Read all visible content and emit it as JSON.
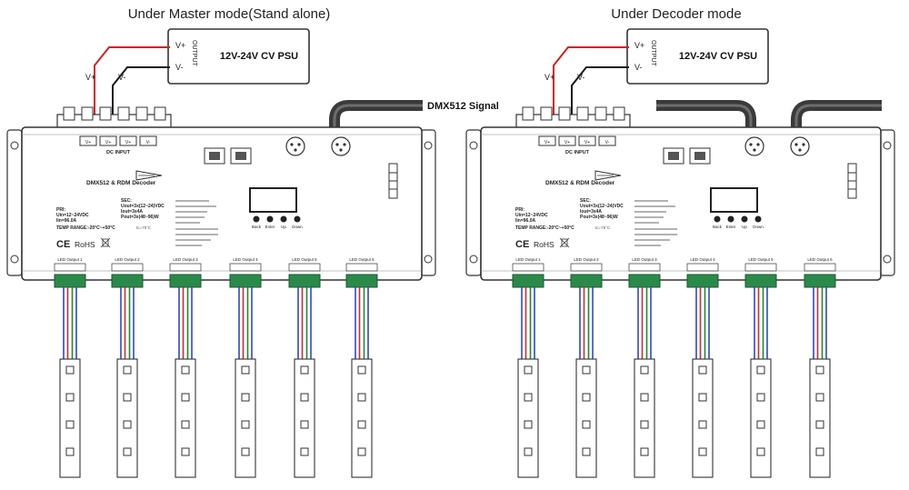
{
  "panels": [
    {
      "title": "Under Master mode(Stand alone)",
      "psu": {
        "label": "12V-24V CV PSU",
        "output_word": "OUTPUT",
        "vplus": "V+",
        "vminus": "V-"
      },
      "wire_vplus": "V+",
      "wire_vminus": "V-",
      "dmx_label": "DMX512 Signal",
      "decoder": {
        "name": "DMX512 & RDM Decoder",
        "dc_input": "DC INPUT",
        "inputs": [
          "V+",
          "V+",
          "V+",
          "V-"
        ],
        "prc": [
          "PRI:",
          "Uin=12~24VDC",
          "Iin=96.0A"
        ],
        "sec": [
          "SEC:",
          "Uout=3x(12~24)VDC",
          "Iout=3x4A",
          "Pout=3x(48~96)W"
        ],
        "temp": "TEMP RANGE:-20°C~+50°C",
        "tc": "tc=75°C",
        "ce": "CE",
        "rohs": "RoHS",
        "buttons": [
          "Back",
          "Enter",
          "Up",
          "Down"
        ],
        "outputs": [
          "LED Output 1",
          "LED Output 2",
          "LED Output 3",
          "LED Output 4",
          "LED Output 5",
          "LED Output 6"
        ]
      }
    },
    {
      "title": "Under Decoder mode",
      "psu": {
        "label": "12V-24V CV PSU",
        "output_word": "OUTPUT",
        "vplus": "V+",
        "vminus": "V-"
      },
      "wire_vplus": "V+",
      "wire_vminus": "V-",
      "dmx_label": "",
      "decoder": {
        "name": "DMX512 & RDM Decoder",
        "dc_input": "DC INPUT",
        "inputs": [
          "V+",
          "V+",
          "V+",
          "V-"
        ],
        "prc": [
          "PRI:",
          "Uin=12~24VDC",
          "Iin=96.0A"
        ],
        "sec": [
          "SEC:",
          "Uout=3x(12~24)VDC",
          "Iout=3x4A",
          "Pout=3x(48~96)W"
        ],
        "temp": "TEMP RANGE:-20°C~+50°C",
        "tc": "tc=75°C",
        "ce": "CE",
        "rohs": "RoHS",
        "buttons": [
          "Back",
          "Enter",
          "Up",
          "Down"
        ],
        "outputs": [
          "LED Output 1",
          "LED Output 2",
          "LED Output 3",
          "LED Output 4",
          "LED Output 5",
          "LED Output 6"
        ]
      }
    }
  ],
  "colors": {
    "red_wire": "#d42020",
    "black_wire": "#1a1a1a",
    "dmx_cable": "#3a3a3a",
    "wire_blue": "#2f46c8",
    "wire_red": "#d02a2a",
    "wire_green": "#1b8a2e",
    "terminal": "#2a8a4a"
  }
}
